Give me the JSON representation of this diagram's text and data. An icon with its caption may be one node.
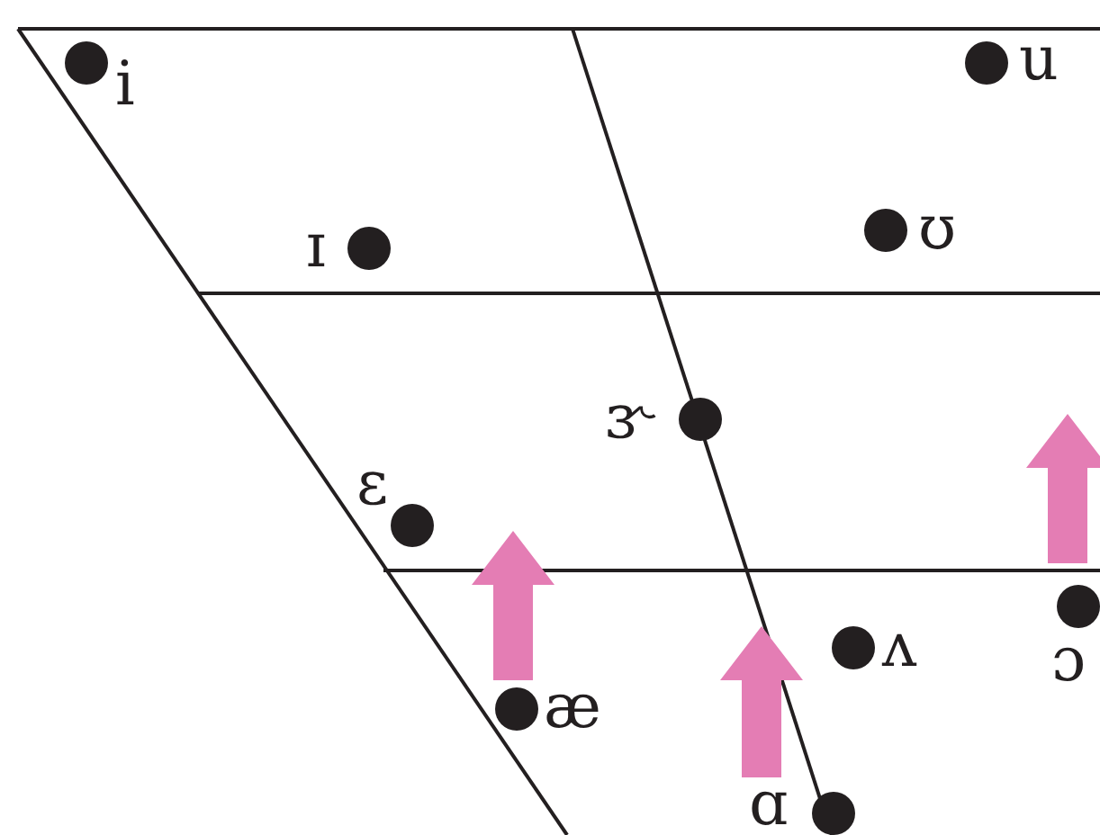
{
  "diagram": {
    "labels": [
      "i",
      "u",
      "ɪ",
      "ʊ",
      "ɝ",
      "ɛ",
      "ʌ",
      "ɔ",
      "æ",
      "ɑ"
    ]
  }
}
